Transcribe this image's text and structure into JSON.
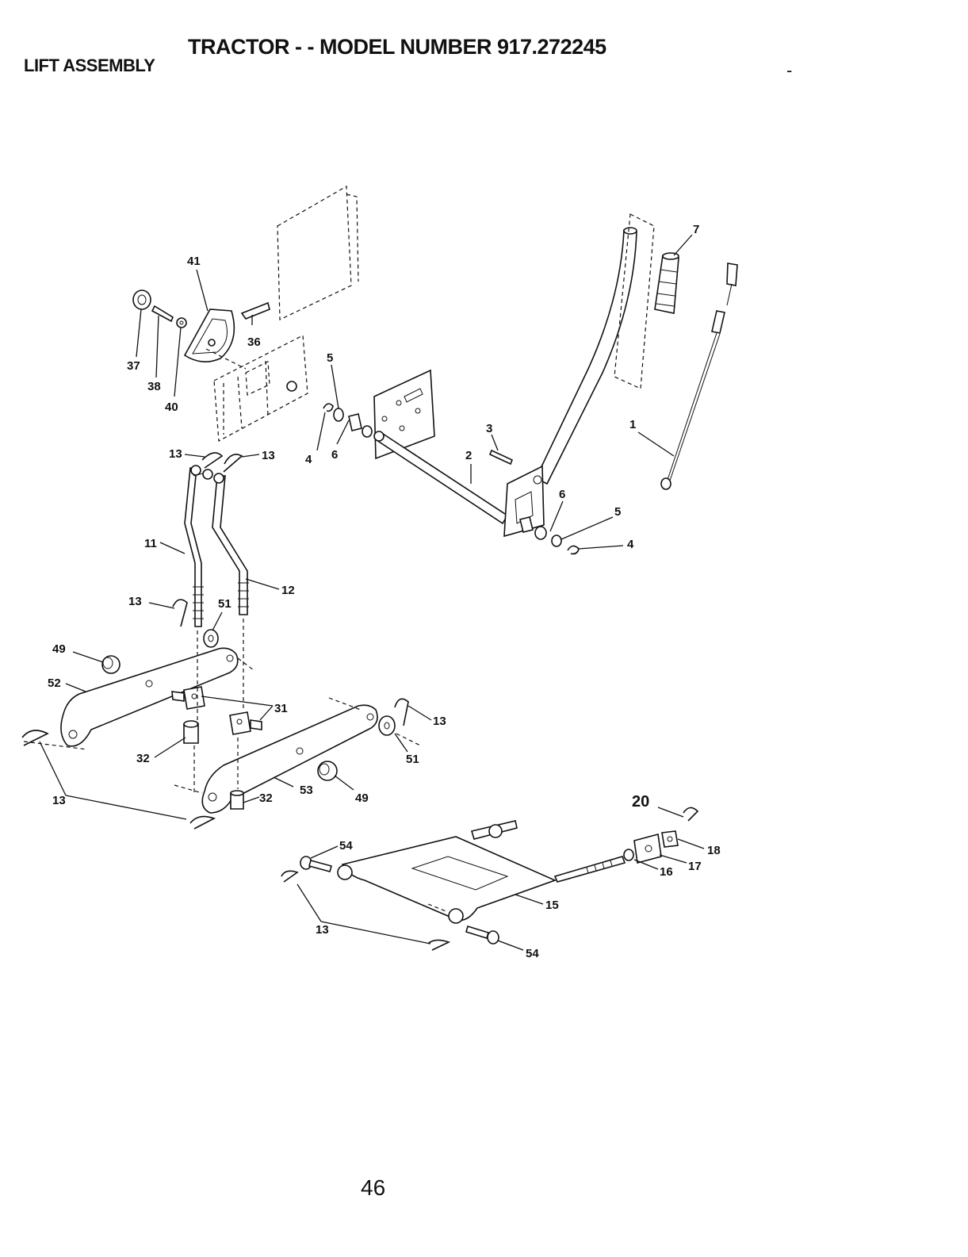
{
  "header": {
    "title": "TRACTOR - - MODEL NUMBER 917.272245",
    "section": "LIFT ASSEMBLY",
    "mark": "-"
  },
  "footer": {
    "page_number": "46"
  },
  "callouts": {
    "c1": "1",
    "c2": "2",
    "c3": "3",
    "c4a": "4",
    "c4b": "4",
    "c5a": "5",
    "c5b": "5",
    "c6a": "6",
    "c6b": "6",
    "c7": "7",
    "c11": "11",
    "c12": "12",
    "c13a": "13",
    "c13b": "13",
    "c13c": "13",
    "c13d": "13",
    "c13e": "13",
    "c13f": "13",
    "c15": "15",
    "c16": "16",
    "c17": "17",
    "c18": "18",
    "c20": "20",
    "c31": "31",
    "c32a": "32",
    "c32b": "32",
    "c36": "36",
    "c37": "37",
    "c38": "38",
    "c40": "40",
    "c41": "41",
    "c49a": "49",
    "c49b": "49",
    "c51a": "51",
    "c51b": "51",
    "c52": "52",
    "c53": "53",
    "c54a": "54",
    "c54b": "54"
  }
}
